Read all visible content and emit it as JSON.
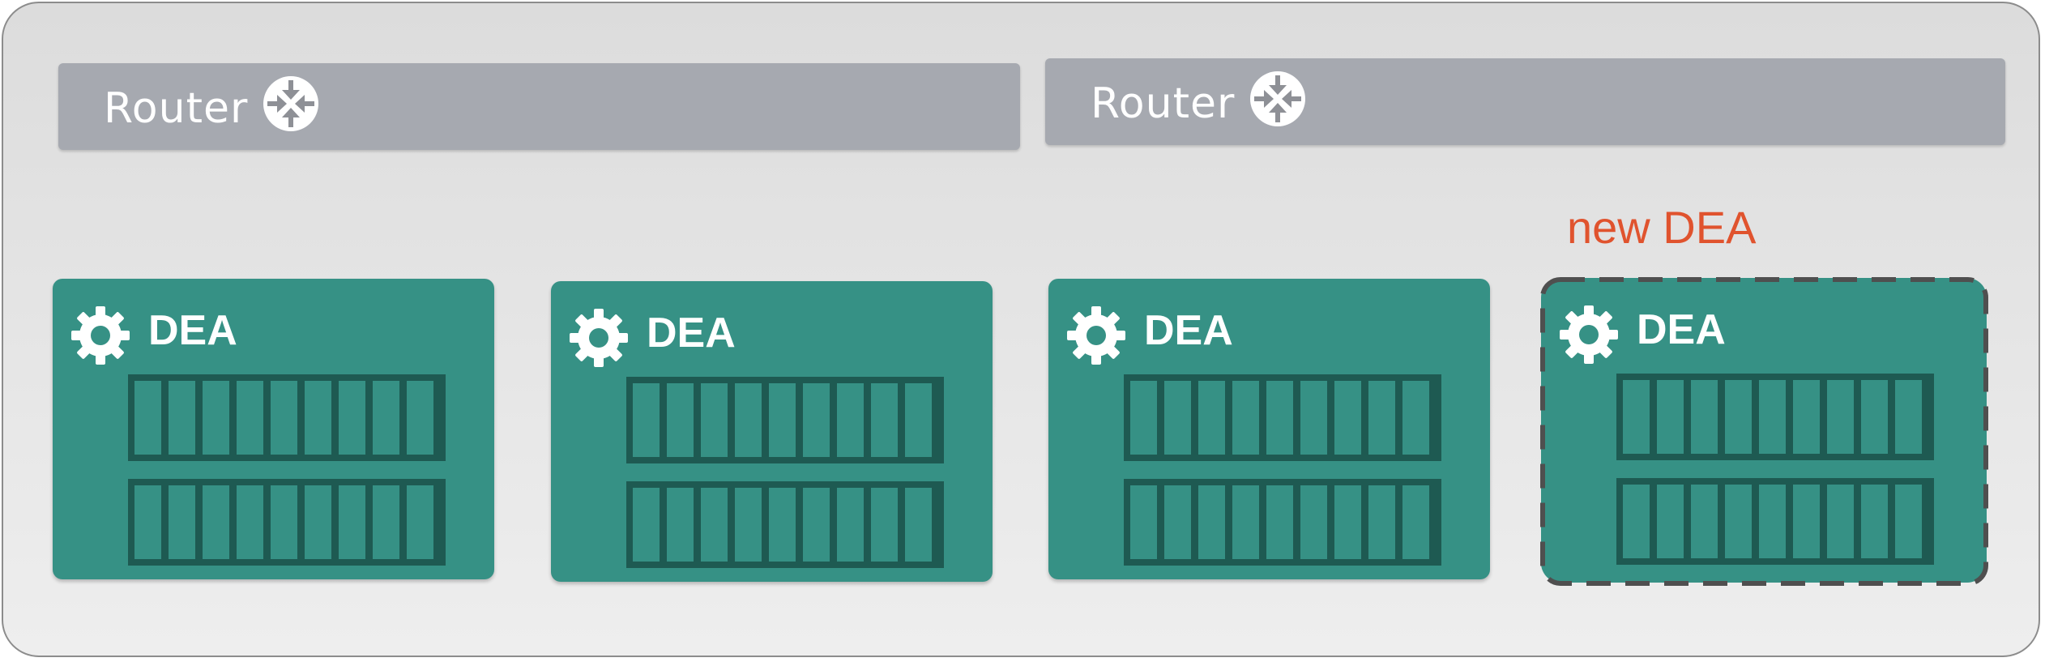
{
  "routers": [
    {
      "label": "Router",
      "icon": "router-icon"
    },
    {
      "label": "Router",
      "icon": "router-icon"
    }
  ],
  "deas": [
    {
      "label": "DEA",
      "icon": "gear-icon",
      "is_new": false
    },
    {
      "label": "DEA",
      "icon": "gear-icon",
      "is_new": false
    },
    {
      "label": "DEA",
      "icon": "gear-icon",
      "is_new": false
    },
    {
      "label": "DEA",
      "icon": "gear-icon",
      "is_new": true
    }
  ],
  "new_dea_label": "new DEA",
  "colors": {
    "frame_background": "#e3e3e3",
    "router_bar": "#a6a9b0",
    "dea_card": "#369185",
    "container_rack": "#1e5a52",
    "new_label": "#e0532e",
    "dashed_outline": "#4f4f4f"
  }
}
